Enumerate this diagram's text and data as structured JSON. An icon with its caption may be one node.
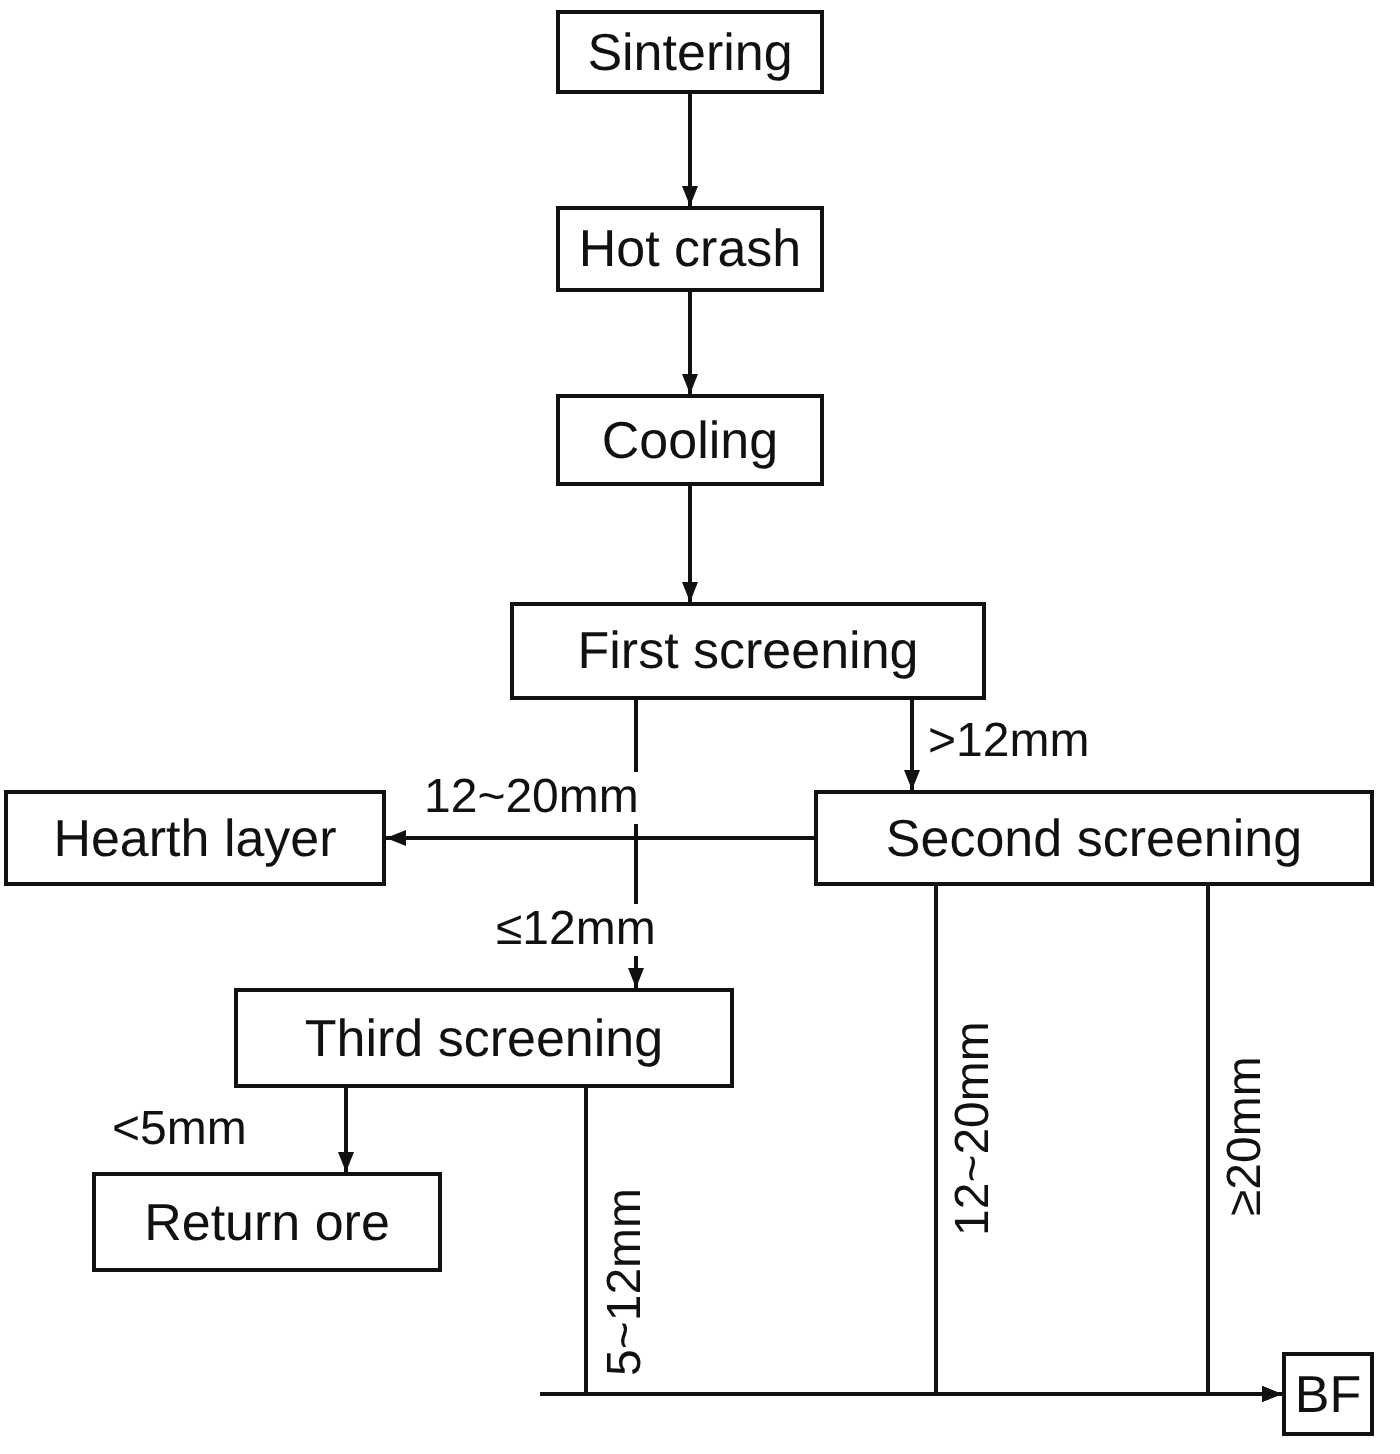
{
  "diagram": {
    "nodes": [
      {
        "text": [
          "Sintering"
        ]
      },
      {
        "text": [
          "Hot crash"
        ]
      },
      {
        "text": [
          "Cooling"
        ]
      },
      {
        "text": [
          "First screening"
        ]
      },
      {
        "text": [
          "Hearth layer"
        ]
      },
      {
        "text": [
          "Second screening"
        ]
      },
      {
        "text": [
          "Third screening"
        ]
      },
      {
        "text": [
          "Return ore"
        ]
      },
      {
        "text": [
          "BF"
        ]
      }
    ],
    "edges": [
      {
        "from": 0,
        "to": 1,
        "arrow": "to"
      },
      {
        "from": 1,
        "to": 2,
        "arrow": "to"
      },
      {
        "from": 2,
        "to": 3,
        "arrow": "to"
      },
      {
        "from": 3,
        "to": 5,
        "arrow": "to",
        "label": ">12mm"
      },
      {
        "from": 5,
        "to": 4,
        "arrow": "to",
        "label": "12~20mm"
      },
      {
        "from": 3,
        "to": 6,
        "arrow": "to",
        "label": "≤12mm"
      },
      {
        "from": 6,
        "to": 7,
        "arrow": "to",
        "label": "<5mm"
      },
      {
        "from": 6,
        "to": 8,
        "arrow": "to",
        "label": "5~12mm"
      },
      {
        "from": 5,
        "to": 8,
        "arrow": "to",
        "label": "12~20mm"
      },
      {
        "from": 5,
        "to": 8,
        "arrow": "to",
        "label": "≥20mm"
      }
    ]
  }
}
